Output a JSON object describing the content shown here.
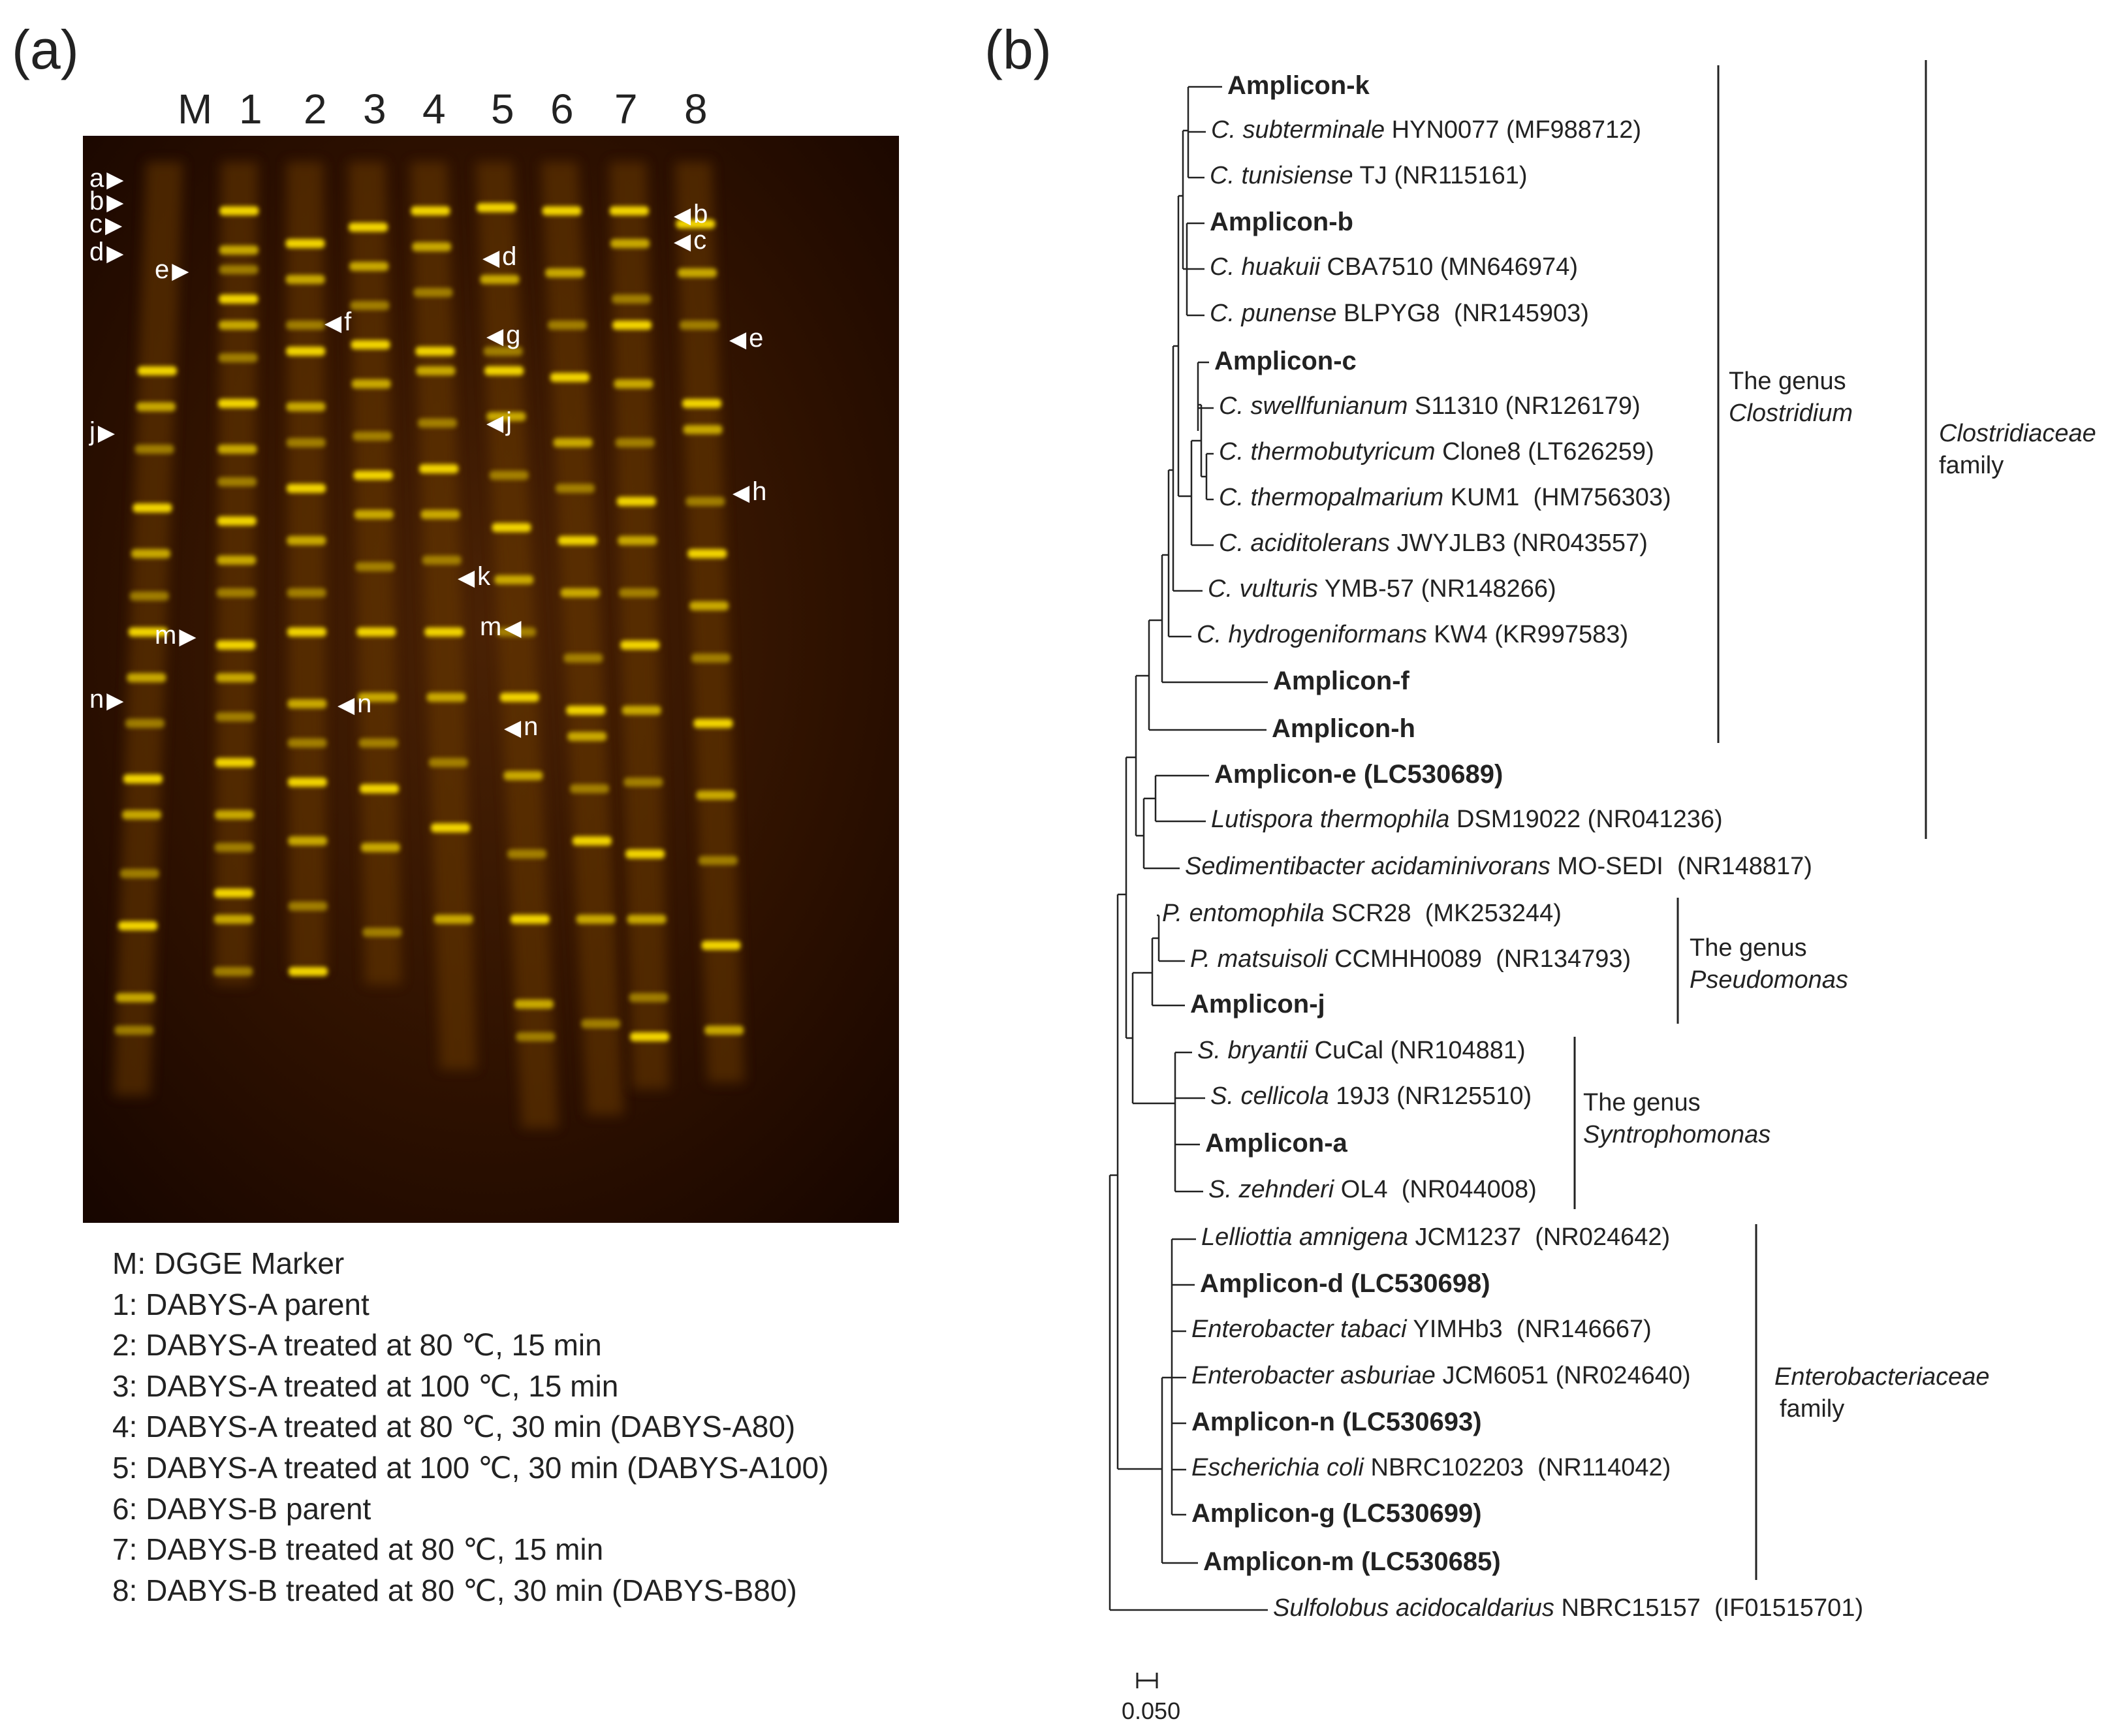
{
  "panel_a": {
    "label": "(a)",
    "lanes": [
      "M",
      "1",
      "2",
      "3",
      "4",
      "5",
      "6",
      "7",
      "8"
    ],
    "band_markers": [
      {
        "letter": "a",
        "side": "left",
        "lane": "1"
      },
      {
        "letter": "b",
        "side": "left",
        "lane": "1"
      },
      {
        "letter": "c",
        "side": "left",
        "lane": "1"
      },
      {
        "letter": "d",
        "side": "left",
        "lane": "1"
      },
      {
        "letter": "e",
        "side": "left",
        "lane": "2"
      },
      {
        "letter": "f",
        "side": "right",
        "lane": "3"
      },
      {
        "letter": "d",
        "side": "right",
        "lane": "6"
      },
      {
        "letter": "g",
        "side": "right",
        "lane": "6"
      },
      {
        "letter": "j",
        "side": "right",
        "lane": "6"
      },
      {
        "letter": "j",
        "side": "left",
        "lane": "1"
      },
      {
        "letter": "k",
        "side": "right",
        "lane": "5"
      },
      {
        "letter": "m",
        "side": "left",
        "lane": "2"
      },
      {
        "letter": "m",
        "side": "left",
        "lane": "7"
      },
      {
        "letter": "n",
        "side": "left",
        "lane": "1"
      },
      {
        "letter": "n",
        "side": "right",
        "lane": "3"
      },
      {
        "letter": "n",
        "side": "right",
        "lane": "7"
      },
      {
        "letter": "b",
        "side": "right",
        "lane": "8"
      },
      {
        "letter": "c",
        "side": "right",
        "lane": "8"
      },
      {
        "letter": "e",
        "side": "right",
        "lane": "8"
      },
      {
        "letter": "h",
        "side": "right",
        "lane": "8"
      }
    ],
    "legend": [
      "M: DGGE Marker",
      "1: DABYS-A parent",
      "2: DABYS-A treated at 80 ℃, 15 min",
      "3: DABYS-A treated at 100 ℃, 15 min",
      "4: DABYS-A treated at 80 ℃, 30 min (DABYS-A80)",
      "5: DABYS-A treated at 100 ℃, 30 min (DABYS-A100)",
      "6: DABYS-B parent",
      "7: DABYS-B treated at 80 ℃, 15 min",
      "8: DABYS-B treated at 80 ℃, 30 min (DABYS-B80)"
    ],
    "colors": {
      "gel_dark": "#1a0700",
      "gel_mid": "#3a1a02",
      "band": "#e8d000",
      "marker_text": "#ffffff"
    }
  },
  "panel_b": {
    "label": "(b)",
    "taxa": [
      {
        "id": "amp_k",
        "species": "",
        "rest": "Amplicon-k",
        "amplicon": true
      },
      {
        "id": "c_sub",
        "species": "C. subterminale",
        "rest": " HYN0077 (MF988712)",
        "amplicon": false
      },
      {
        "id": "c_tun",
        "species": "C. tunisiense",
        "rest": " TJ (NR115161)",
        "amplicon": false
      },
      {
        "id": "amp_b",
        "species": "",
        "rest": "Amplicon-b",
        "amplicon": true
      },
      {
        "id": "c_hua",
        "species": "C. huakuii",
        "rest": " CBA7510 (MN646974)",
        "amplicon": false
      },
      {
        "id": "c_pun",
        "species": "C. punense",
        "rest": " BLPYG8  (NR145903)",
        "amplicon": false
      },
      {
        "id": "amp_c",
        "species": "",
        "rest": "Amplicon-c",
        "amplicon": true
      },
      {
        "id": "c_swe",
        "species": "C. swellfunianum",
        "rest": " S11310 (NR126179)",
        "amplicon": false
      },
      {
        "id": "c_tbu",
        "species": "C. thermobutyricum",
        "rest": " Clone8 (LT626259)",
        "amplicon": false
      },
      {
        "id": "c_tpa",
        "species": "C. thermopalmarium",
        "rest": " KUM1  (HM756303)",
        "amplicon": false
      },
      {
        "id": "c_aci",
        "species": "C. aciditolerans",
        "rest": " JWYJLB3 (NR043557)",
        "amplicon": false
      },
      {
        "id": "c_vul",
        "species": "C. vulturis",
        "rest": " YMB-57 (NR148266)",
        "amplicon": false
      },
      {
        "id": "c_hyd",
        "species": "C. hydrogeniformans",
        "rest": " KW4 (KR997583)",
        "amplicon": false
      },
      {
        "id": "amp_f",
        "species": "",
        "rest": "Amplicon-f",
        "amplicon": true
      },
      {
        "id": "amp_h",
        "species": "",
        "rest": "Amplicon-h",
        "amplicon": true
      },
      {
        "id": "amp_e",
        "species": "",
        "rest": "Amplicon-e (LC530689)",
        "amplicon": true
      },
      {
        "id": "lut",
        "species": "Lutispora thermophila",
        "rest": " DSM19022 (NR041236)",
        "amplicon": false
      },
      {
        "id": "sed",
        "species": "Sedimentibacter acidaminivorans",
        "rest": " MO-SEDI  (NR148817)",
        "amplicon": false
      },
      {
        "id": "p_ent",
        "species": "P. entomophila",
        "rest": " SCR28  (MK253244)",
        "amplicon": false
      },
      {
        "id": "p_mat",
        "species": "P. matsuisoli",
        "rest": " CCMHH0089  (NR134793)",
        "amplicon": false
      },
      {
        "id": "amp_j",
        "species": "",
        "rest": "Amplicon-j",
        "amplicon": true
      },
      {
        "id": "s_bry",
        "species": "S. bryantii",
        "rest": " CuCal (NR104881)",
        "amplicon": false
      },
      {
        "id": "s_cel",
        "species": "S. cellicola",
        "rest": " 19J3 (NR125510)",
        "amplicon": false
      },
      {
        "id": "amp_a",
        "species": "",
        "rest": "Amplicon-a",
        "amplicon": true
      },
      {
        "id": "s_zeh",
        "species": "S. zehnderi",
        "rest": " OL4  (NR044008)",
        "amplicon": false
      },
      {
        "id": "lel",
        "species": "Lelliottia amnigena",
        "rest": " JCM1237  (NR024642)",
        "amplicon": false
      },
      {
        "id": "amp_d",
        "species": "",
        "rest": "Amplicon-d (LC530698)",
        "amplicon": true
      },
      {
        "id": "e_tab",
        "species": "Enterobacter tabaci",
        "rest": " YIMHb3  (NR146667)",
        "amplicon": false
      },
      {
        "id": "e_asb",
        "species": "Enterobacter asburiae",
        "rest": " JCM6051 (NR024640)",
        "amplicon": false
      },
      {
        "id": "amp_n",
        "species": "",
        "rest": "Amplicon-n (LC530693)",
        "amplicon": true
      },
      {
        "id": "eco",
        "species": "Escherichia coli",
        "rest": " NBRC102203  (NR114042)",
        "amplicon": false
      },
      {
        "id": "amp_g",
        "species": "",
        "rest": "Amplicon-g (LC530699)",
        "amplicon": true
      },
      {
        "id": "amp_m",
        "species": "",
        "rest": "Amplicon-m (LC530685)",
        "amplicon": true
      },
      {
        "id": "sul",
        "species": "Sulfolobus acidocaldarius",
        "rest": " NBRC15157  (IF01515701)",
        "amplicon": false
      }
    ],
    "groups": [
      {
        "id": "clostridium",
        "line1": "The genus",
        "line2": "Clostridium",
        "line2_italic": true
      },
      {
        "id": "clostridiaceae",
        "line1": "Clostridiaceae",
        "line1_italic": true,
        "line2": "family"
      },
      {
        "id": "pseudomonas",
        "line1": "The genus",
        "line2": "Pseudomonas",
        "line2_italic": true
      },
      {
        "id": "syntrophomonas",
        "line1": "The genus",
        "line2": "Syntrophomonas",
        "line2_italic": true
      },
      {
        "id": "enterobacteriaceae",
        "line1": "Enterobacteriaceae",
        "line1_italic": true,
        "line2": "family"
      }
    ],
    "scale_bar_label": "0.050"
  }
}
